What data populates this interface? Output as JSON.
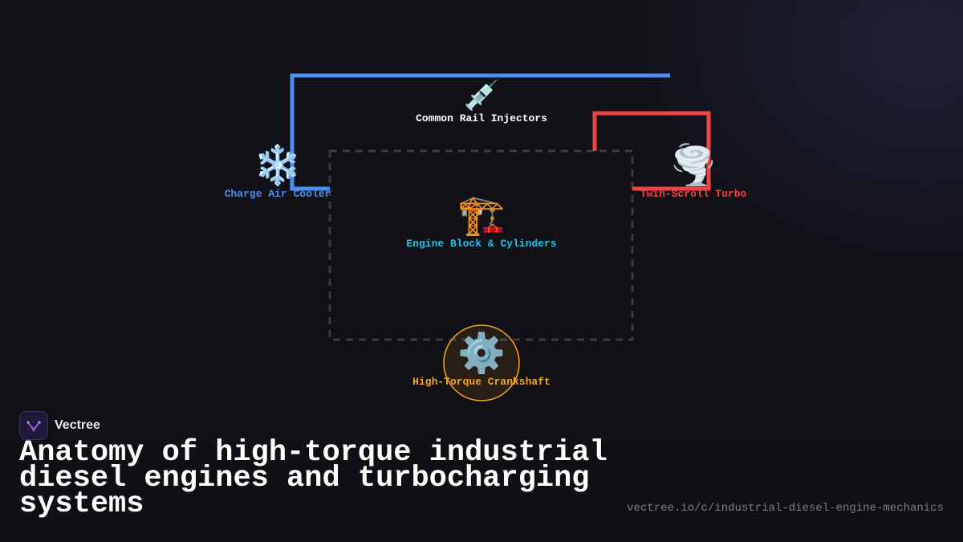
{
  "brand": {
    "name": "Vectree"
  },
  "title": "Anatomy of high-torque industrial diesel engines and turbocharging systems",
  "url": "vectree.io/c/industrial-diesel-engine-mechanics",
  "colors": {
    "intake": "#4b8ef0",
    "exhaust": "#ef4444",
    "block": "#22c3e6",
    "crankshaft": "#f5a524",
    "injectors": "#ffffff",
    "dashed_frame": "#3a3a40"
  },
  "nodes": {
    "injectors": {
      "label": "Common Rail Injectors",
      "icon": "syringe-icon",
      "glyph": "💉"
    },
    "cooler": {
      "label": "Charge Air Cooler",
      "icon": "snowflake-icon",
      "glyph": "❄️"
    },
    "turbo": {
      "label": "Twin-Scroll Turbo",
      "icon": "tornado-icon",
      "glyph": "🌪️"
    },
    "block": {
      "label": "Engine Block & Cylinders",
      "icon": "construction-crane-icon",
      "glyph": "🏗️"
    },
    "crankshaft": {
      "label": "High-Torque Crankshaft",
      "icon": "gear-icon",
      "glyph": "⚙️"
    }
  }
}
